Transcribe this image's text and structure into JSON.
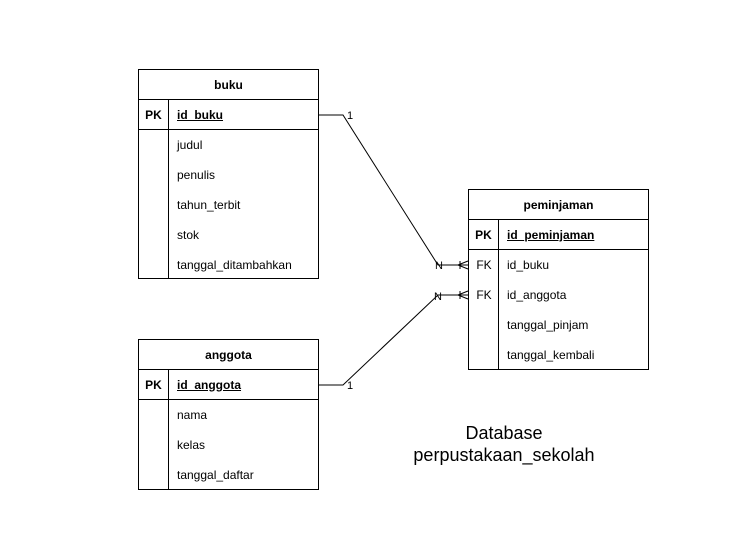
{
  "entities": {
    "buku": {
      "name": "buku",
      "pk": {
        "key": "PK",
        "field": "id_buku"
      },
      "attributes": [
        "judul",
        "penulis",
        "tahun_terbit",
        "stok",
        "tanggal_ditambahkan"
      ]
    },
    "anggota": {
      "name": "anggota",
      "pk": {
        "key": "PK",
        "field": "id_anggota"
      },
      "attributes": [
        "nama",
        "kelas",
        "tanggal_daftar"
      ]
    },
    "peminjaman": {
      "name": "peminjaman",
      "pk": {
        "key": "PK",
        "field": "id_peminjaman"
      },
      "fk_rows": [
        {
          "key": "FK",
          "field": "id_buku"
        },
        {
          "key": "FK",
          "field": "id_anggota"
        }
      ],
      "attributes": [
        "tanggal_pinjam",
        "tanggal_kembali"
      ]
    }
  },
  "relationships": [
    {
      "from": "buku",
      "to": "peminjaman",
      "from_cardinality": "1",
      "to_cardinality": "N"
    },
    {
      "from": "anggota",
      "to": "peminjaman",
      "from_cardinality": "1",
      "to_cardinality": "N"
    }
  ],
  "caption": {
    "line1": "Database",
    "line2": "perpustakaan_sekolah"
  }
}
